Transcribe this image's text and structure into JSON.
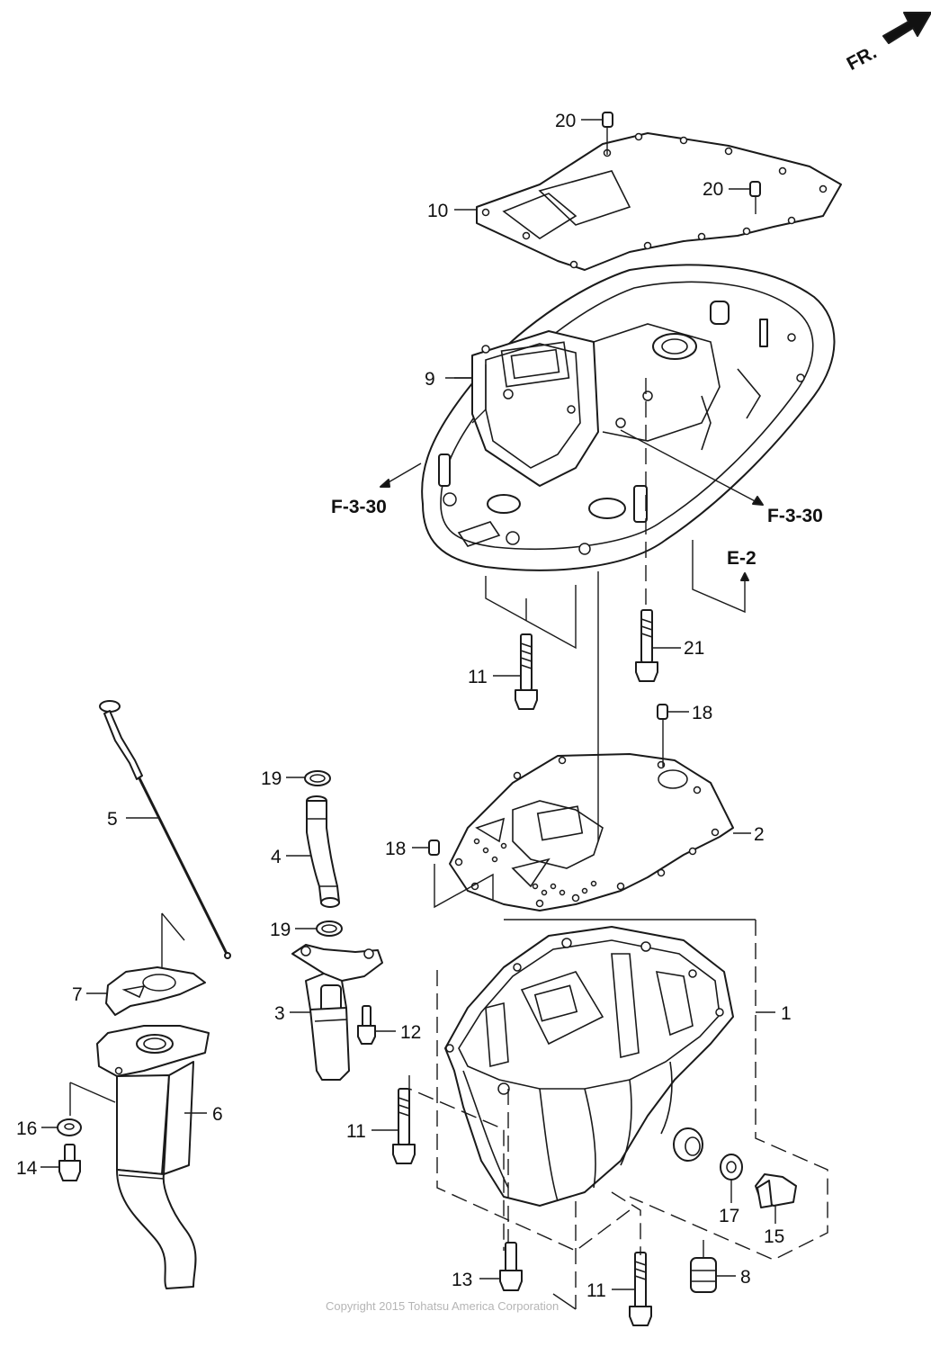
{
  "orientation": {
    "label": "FR."
  },
  "callouts": {
    "c1": "1",
    "c2": "2",
    "c3": "3",
    "c4": "4",
    "c5": "5",
    "c6": "6",
    "c7": "7",
    "c8": "8",
    "c9": "9",
    "c10": "10",
    "c11a": "11",
    "c11b": "11",
    "c11c": "11",
    "c12": "12",
    "c13": "13",
    "c14": "14",
    "c15": "15",
    "c16": "16",
    "c17": "17",
    "c18a": "18",
    "c18b": "18",
    "c19a": "19",
    "c19b": "19",
    "c20a": "20",
    "c20b": "20",
    "c21": "21"
  },
  "references": {
    "f330_left": "F-3-30",
    "f330_right": "F-3-30",
    "e2": "E-2"
  },
  "copyright": "Copyright 2015 Tohatsu America Corporation"
}
